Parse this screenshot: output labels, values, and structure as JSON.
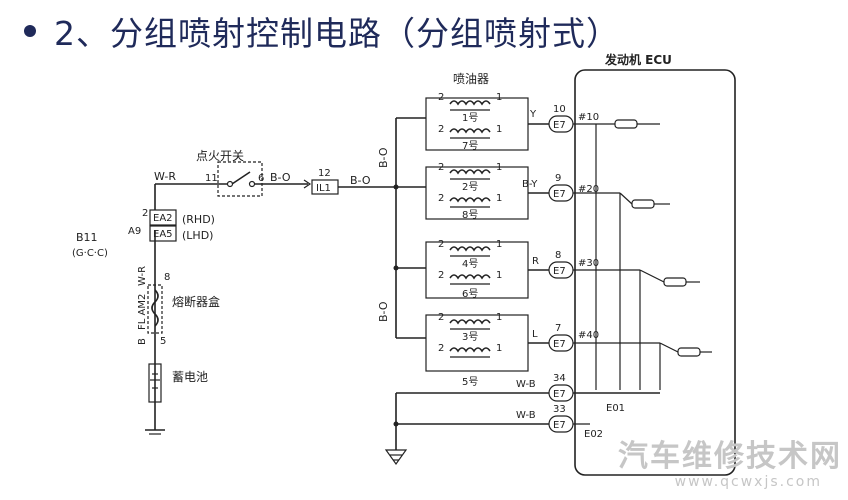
{
  "title": "2、分组喷射控制电路（分组喷射式）",
  "labels": {
    "injectors": "喷油器",
    "ecu": "发动机 ECU",
    "ignition_switch": "点火开关",
    "fuse_box": "熔断器盒",
    "battery": "蓄电池",
    "wr": "W-R",
    "sw_in": "11",
    "sw_out": "6",
    "bo1": "B-O",
    "conn_pin": "12",
    "conn": "IL1",
    "bo2": "B-O",
    "bo_top": "B-O",
    "bo_bot": "B-O",
    "ea2": "EA2",
    "ea5": "EA5",
    "rhd": "(RHD)",
    "lhd": "(LHD)",
    "pin2": "2",
    "a9": "A9",
    "b11": "B11",
    "gcc": "(G·C·C)",
    "wr_vert": "W-R",
    "flam2": "FL AM2",
    "b_vert": "B",
    "pin8": "8",
    "pin5": "5",
    "e01": "E01",
    "e02": "E02"
  },
  "injectors": [
    {
      "label": "1号",
      "left": "2",
      "right": "1"
    },
    {
      "label": "7号",
      "left": "2",
      "right": "1"
    },
    {
      "label": "2号",
      "left": "2",
      "right": "1"
    },
    {
      "label": "8号",
      "left": "2",
      "right": "1"
    },
    {
      "label": "4号",
      "left": "2",
      "right": "1"
    },
    {
      "label": "6号",
      "left": "2",
      "right": "1"
    },
    {
      "label": "3号",
      "left": "2",
      "right": "1"
    },
    {
      "label": "5号",
      "left": "2",
      "right": "1"
    }
  ],
  "groups": [
    {
      "wire": "Y",
      "pin": "10",
      "conn": "E7",
      "term": "#10"
    },
    {
      "wire": "B-Y",
      "pin": "9",
      "conn": "E7",
      "term": "#20"
    },
    {
      "wire": "R",
      "pin": "8",
      "conn": "E7",
      "term": "#30"
    },
    {
      "wire": "L",
      "pin": "7",
      "conn": "E7",
      "term": "#40"
    }
  ],
  "grounds": [
    {
      "wire": "W-B",
      "pin": "34",
      "conn": "E7"
    },
    {
      "wire": "W-B",
      "pin": "33",
      "conn": "E7"
    }
  ],
  "watermark": {
    "cn": "汽车维修技术网",
    "url": "www.qcwxjs.com"
  },
  "colors": {
    "title": "#1f2a5a",
    "wire": "#222222",
    "watermark": "#c8c8c8"
  }
}
